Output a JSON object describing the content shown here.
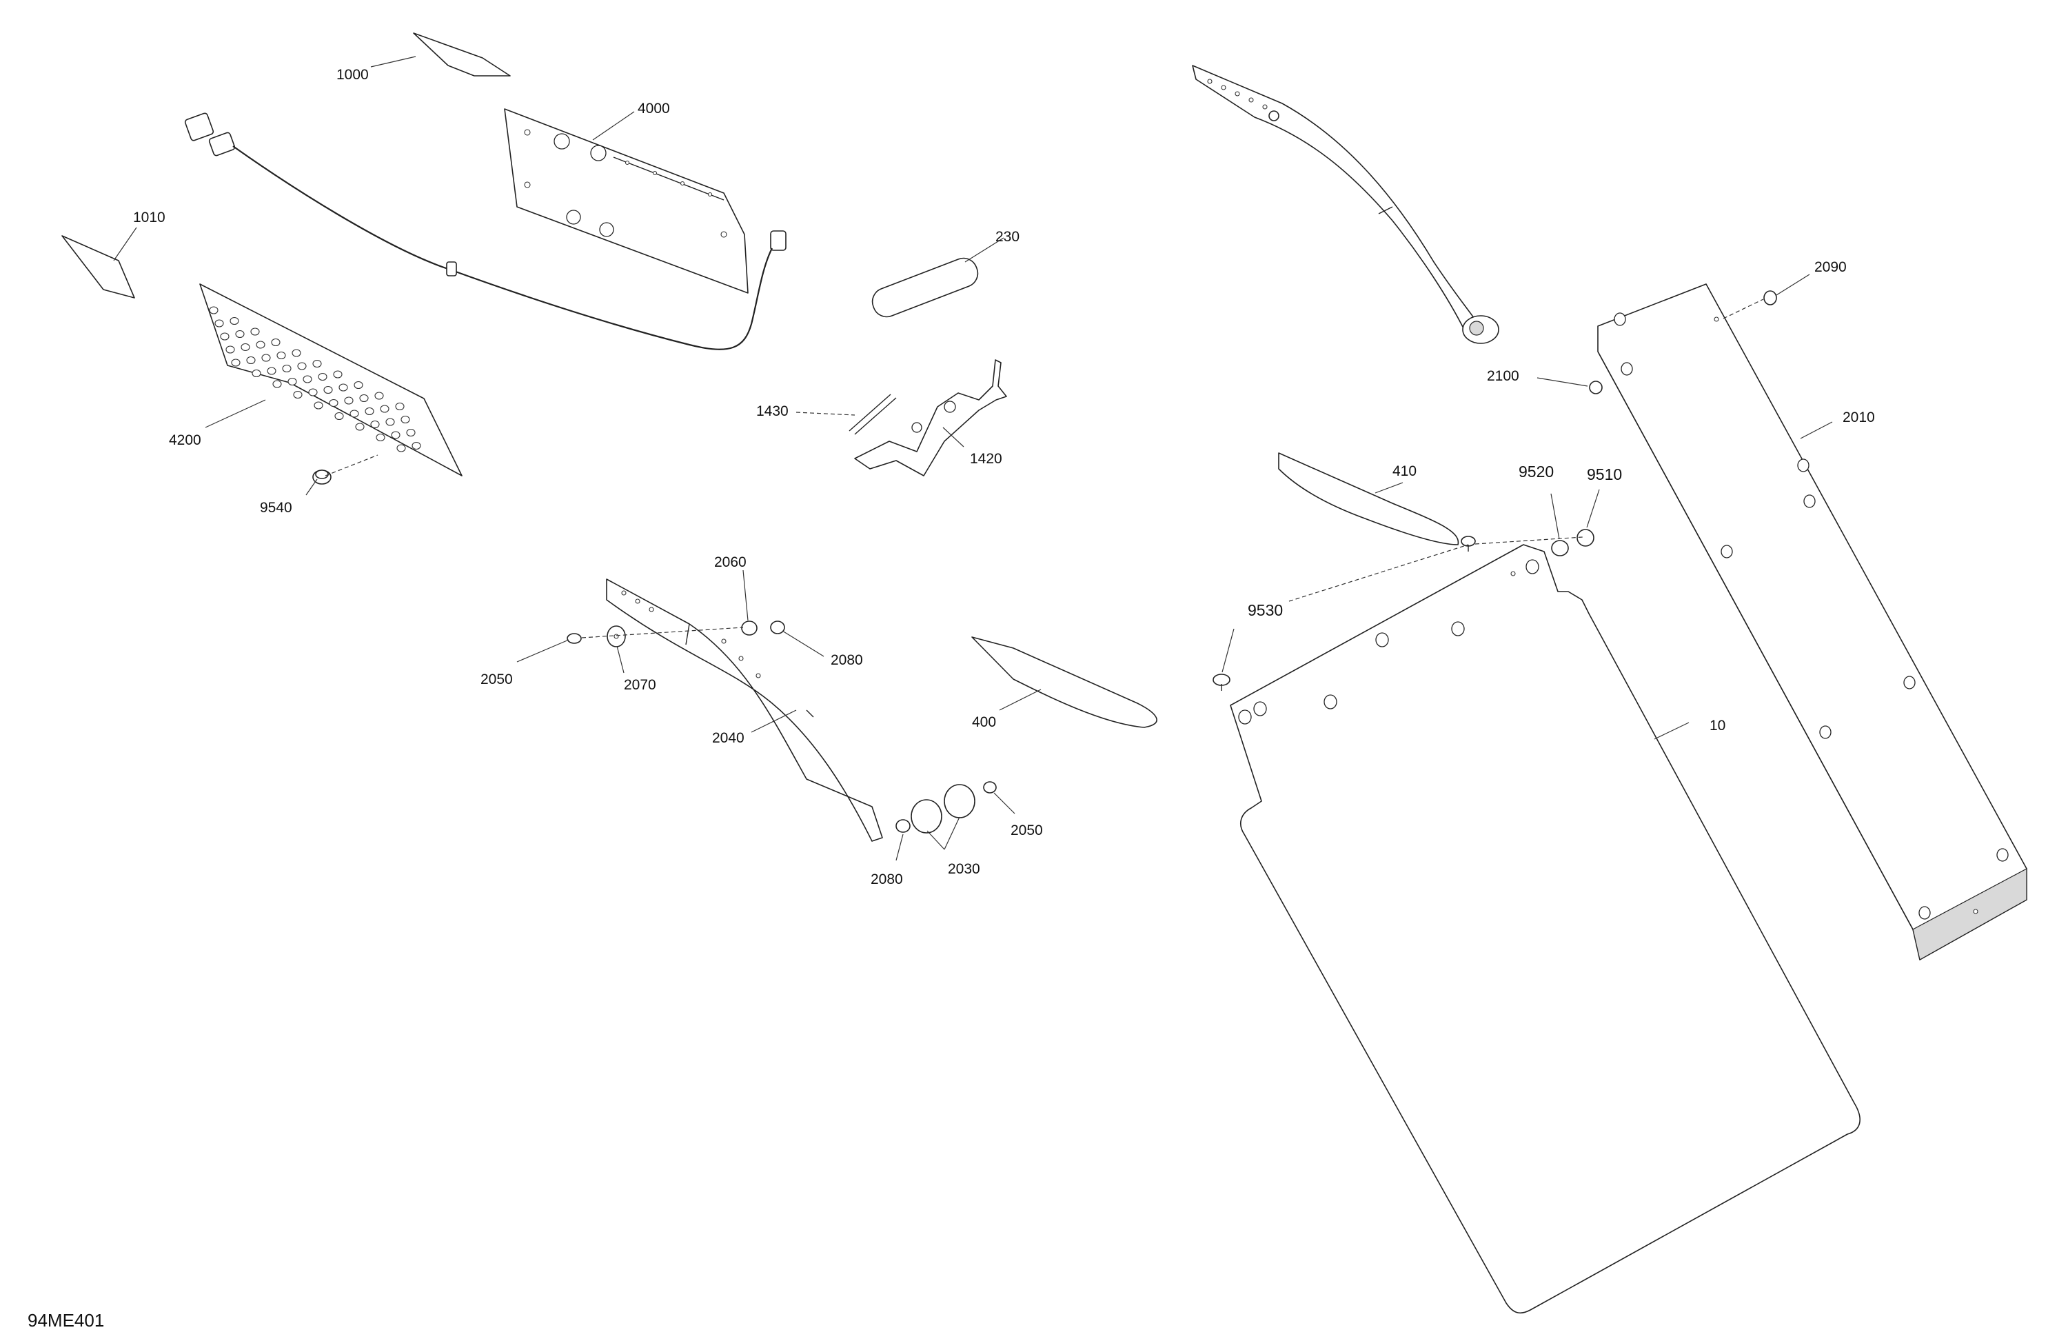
{
  "diagram": {
    "drawing_number": "94ME401",
    "callouts": {
      "c1000": "1000",
      "c1010": "1010",
      "c4000": "4000",
      "c4200": "4200",
      "c9540": "9540",
      "c230": "230",
      "c1430": "1430",
      "c1420": "1420",
      "c2060": "2060",
      "c2050a": "2050",
      "c2070": "2070",
      "c2080a": "2080",
      "c2040": "2040",
      "c400": "400",
      "c2080b": "2080",
      "c2030": "2030",
      "c2050b": "2050",
      "c410": "410",
      "c9520": "9520",
      "c9510": "9510",
      "c9530": "9530",
      "c10": "10",
      "c2090": "2090",
      "c2100": "2100",
      "c2010": "2010"
    }
  }
}
